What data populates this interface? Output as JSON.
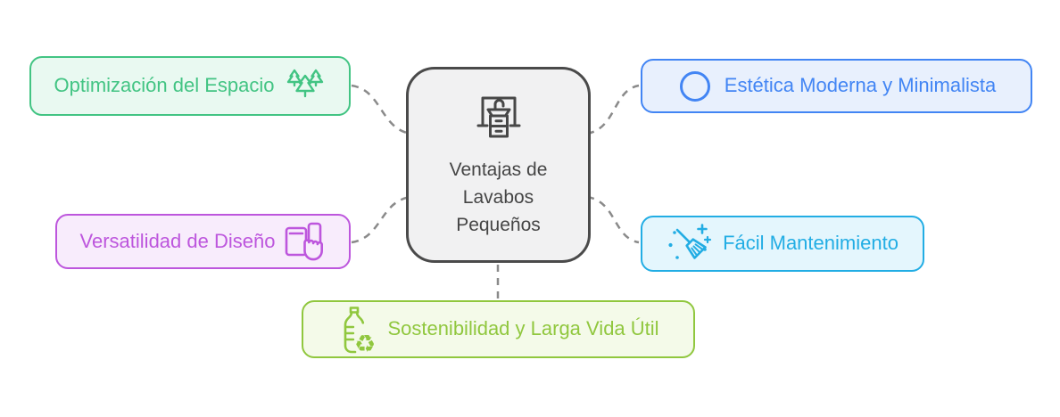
{
  "title": "Ventajas de Lavabos Pequeños",
  "diagram": {
    "background": "#ffffff",
    "connector_color": "#8a8a8a",
    "center": {
      "icon": "bathroom-vanity-sink-icon",
      "line1": "Ventajas de",
      "line2": "Lavabos",
      "line3": "Pequeños",
      "border_color": "#4a4a4a",
      "bg_color": "#f1f1f2",
      "text_color": "#454545"
    },
    "nodes": [
      {
        "id": "optimizacion-del-espacio",
        "label": "Optimización del Espacio",
        "icon": "pine-trees-icon",
        "icon_side": "right",
        "accent": "#42c483",
        "bg": "#e9f9f1"
      },
      {
        "id": "estetica-moderna-y-minimalista",
        "label": "Estética Moderna y Minimalista",
        "icon": "circle-outline-icon",
        "icon_side": "left",
        "accent": "#4285f4",
        "bg": "#e8f0fd"
      },
      {
        "id": "versatilidad-de-diseno",
        "label": "Versatilidad de Diseño",
        "icon": "devices-hand-icon",
        "icon_side": "right",
        "accent": "#bd56dd",
        "bg": "#f8ecfc"
      },
      {
        "id": "facil-mantenimiento",
        "label": "Fácil Mantenimiento",
        "icon": "broom-sparkles-icon",
        "icon_side": "left",
        "accent": "#22ade4",
        "bg": "#e4f6fd"
      },
      {
        "id": "sostenibilidad-y-larga-vida-util",
        "label": "Sostenibilidad y Larga Vida Útil",
        "icon": "bottle-recycle-icon",
        "icon_side": "left",
        "accent": "#90c73e",
        "bg": "#f4fae9"
      }
    ]
  }
}
